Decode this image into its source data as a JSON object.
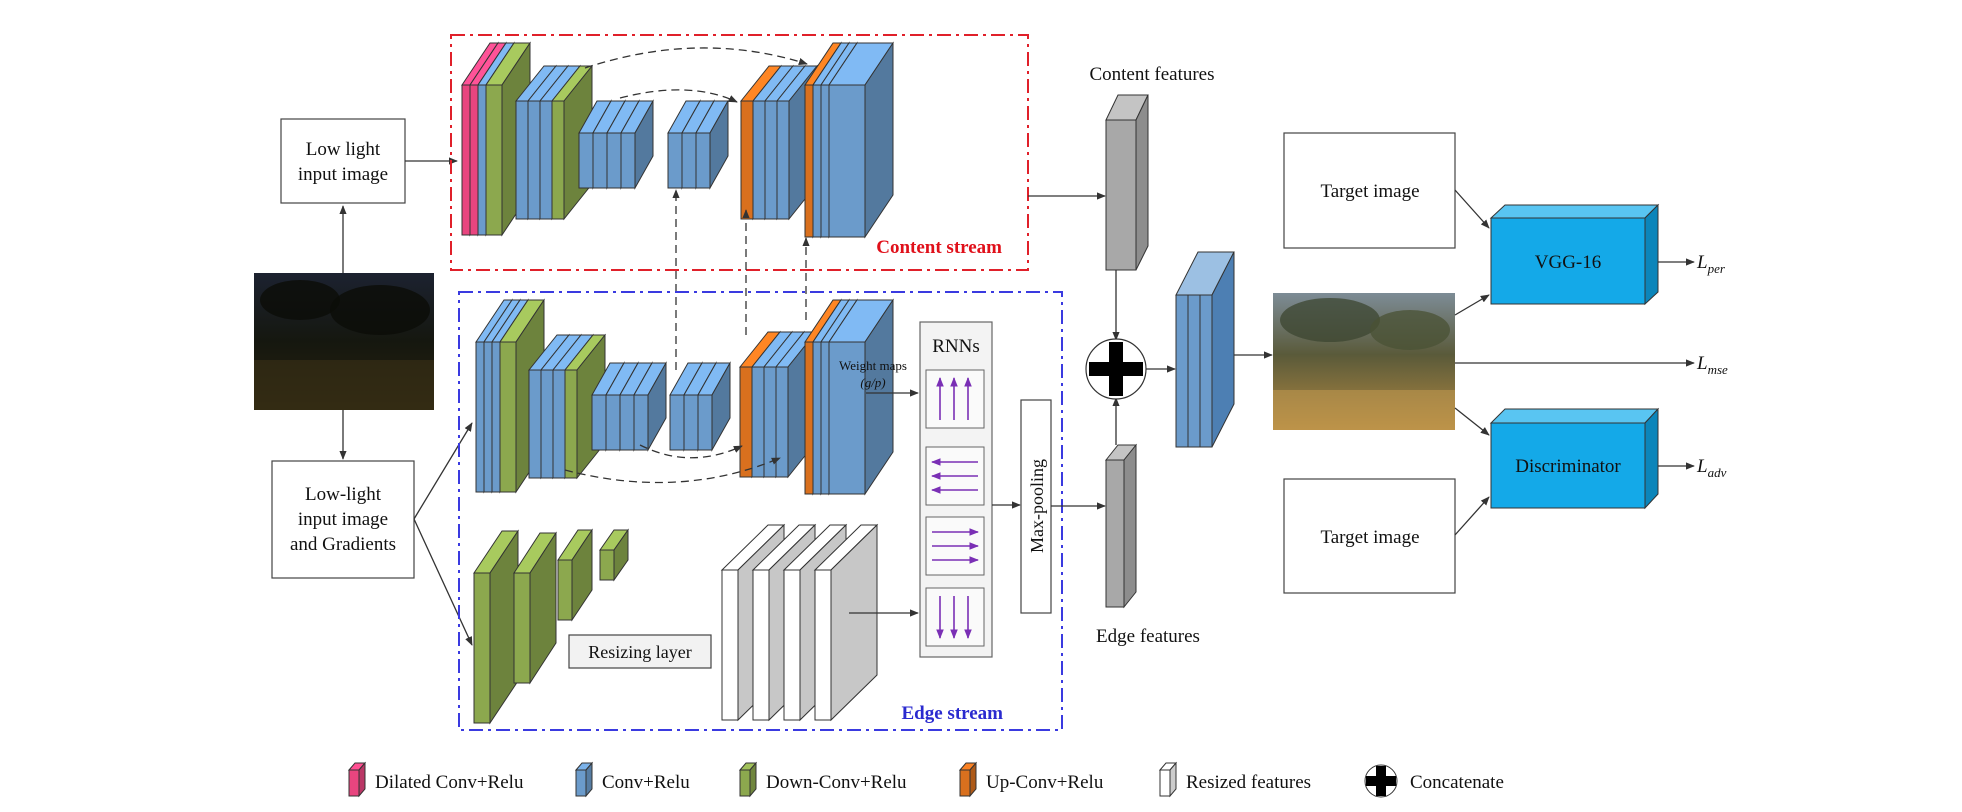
{
  "labels": {
    "low_light_line1": "Low light",
    "low_light_line2": "input image",
    "lowlight_grad_line1": "Low-light",
    "lowlight_grad_line2": "input image",
    "lowlight_grad_line3": "and Gradients",
    "content_stream": "Content stream",
    "edge_stream": "Edge stream",
    "content_features": "Content features",
    "edge_features": "Edge features",
    "weight_maps_line1": "Weight maps",
    "weight_maps_line2": "(g/p)",
    "rnns": "RNNs",
    "max_pooling": "Max-pooling",
    "resizing_layer": "Resizing layer",
    "target_image_top": "Target image",
    "target_image_bottom": "Target image",
    "vgg16": "VGG-16",
    "discriminator": "Discriminator",
    "loss_per": "L",
    "loss_per_sub": "per",
    "loss_mse": "L",
    "loss_mse_sub": "mse",
    "loss_adv": "L",
    "loss_adv_sub": "adv"
  },
  "legend": [
    {
      "label": "Dilated Conv+Relu",
      "color": "#E8457F"
    },
    {
      "label": "Conv+Relu",
      "color": "#6B9BCB"
    },
    {
      "label": "Down-Conv+Relu",
      "color": "#8CA84E"
    },
    {
      "label": "Up-Conv+Relu",
      "color": "#D9701E"
    },
    {
      "label": "Resized features",
      "color": "#FFFFFF"
    },
    {
      "label": "Concatenate",
      "color": "#000000"
    }
  ],
  "colors": {
    "conv": "#6B9BCB",
    "down_conv": "#8CA84E",
    "up_conv": "#D9701E",
    "dilated": "#E8457F",
    "content_border": "#E0202A",
    "edge_border": "#3A3AE0",
    "content_title": "#E0101A",
    "edge_title": "#2A2ACF",
    "vgg_fill": "#14A9E8",
    "feature_gray": "#A8A8A8",
    "rnn_arrow": "#7A2FB5"
  }
}
